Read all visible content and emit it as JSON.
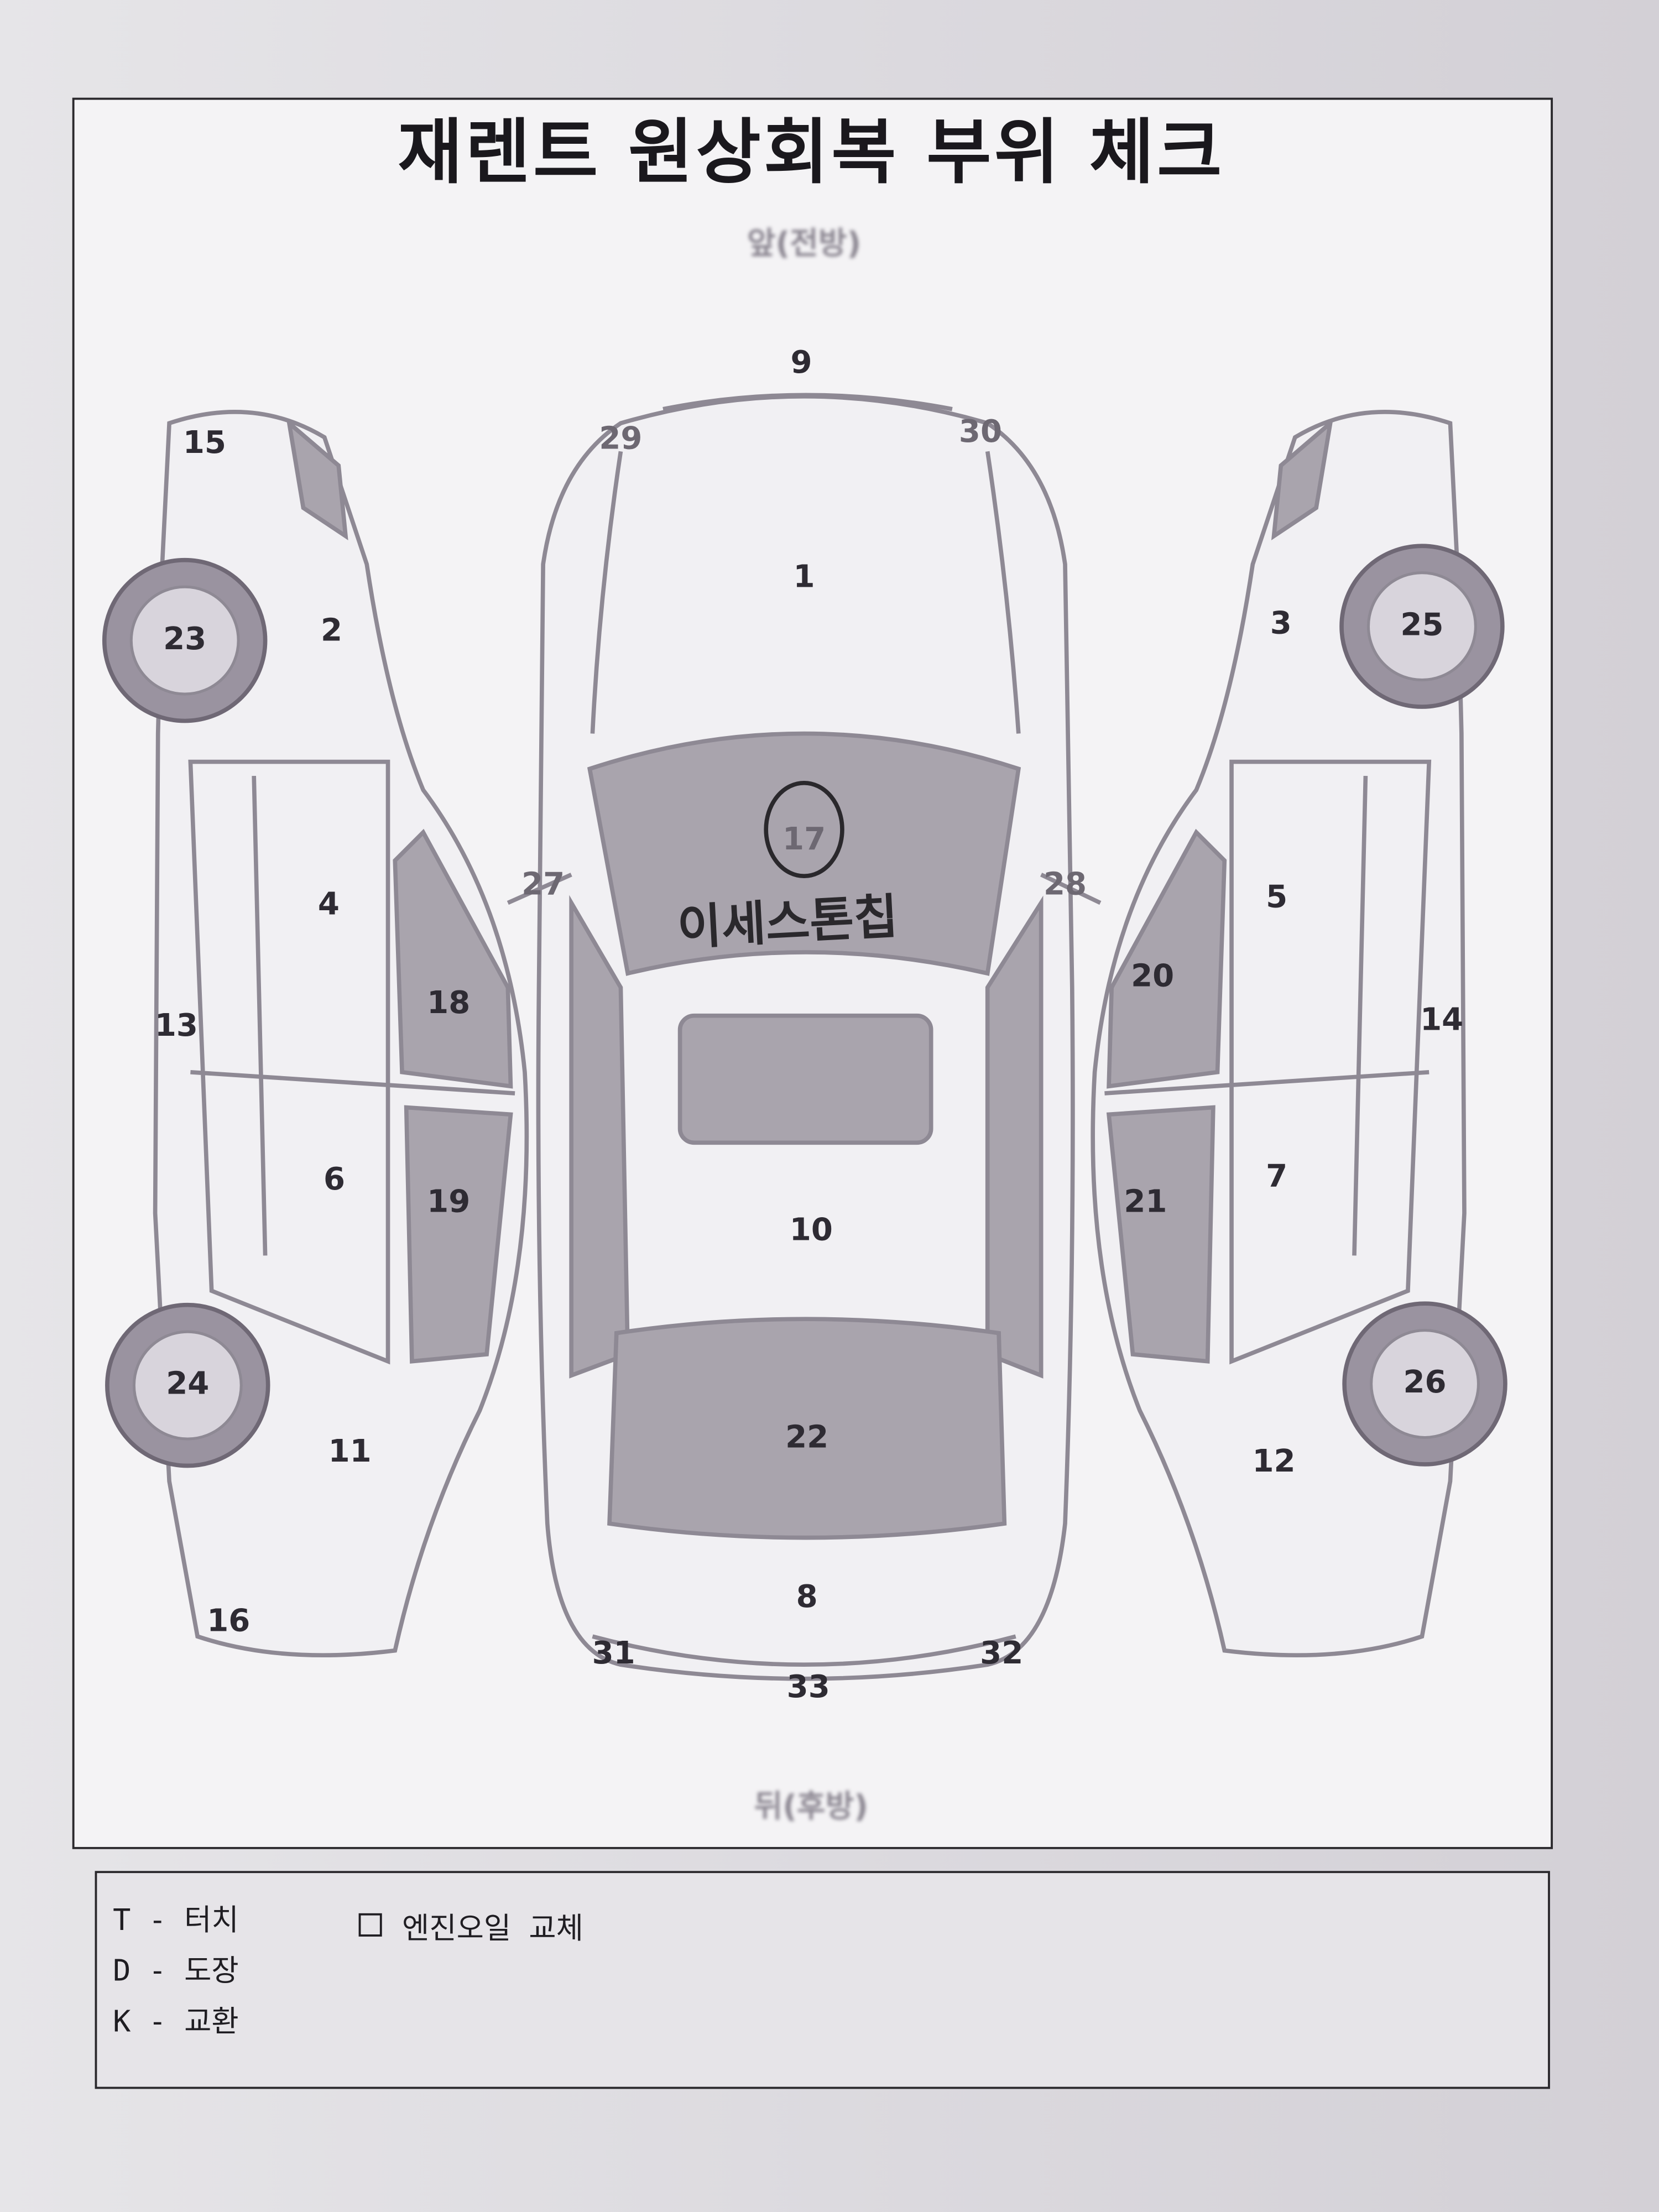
{
  "title": "재렌트 원상회복 부위 체크",
  "front_label": "앞(전방)",
  "rear_label": "뒤(후방)",
  "parts": {
    "p1": "1",
    "p2": "2",
    "p3": "3",
    "p4": "4",
    "p5": "5",
    "p6": "6",
    "p7": "7",
    "p8": "8",
    "p9": "9",
    "p10": "10",
    "p11": "11",
    "p12": "12",
    "p13": "13",
    "p14": "14",
    "p15": "15",
    "p16": "16",
    "p17": "17",
    "p18": "18",
    "p19": "19",
    "p20": "20",
    "p21": "21",
    "p22": "22",
    "p23": "23",
    "p24": "24",
    "p25": "25",
    "p26": "26",
    "p27": "27",
    "p28": "28",
    "p29": "29",
    "p30": "30",
    "p31": "31",
    "p32": "32",
    "p33": "33"
  },
  "handwritten_note": "이세스톤칩",
  "circled_part": "17",
  "legend": {
    "items": [
      "T - 터치",
      "D - 도장",
      "K - 교환"
    ],
    "checkbox_label": "엔진오일 교체",
    "checkbox_checked": false
  }
}
